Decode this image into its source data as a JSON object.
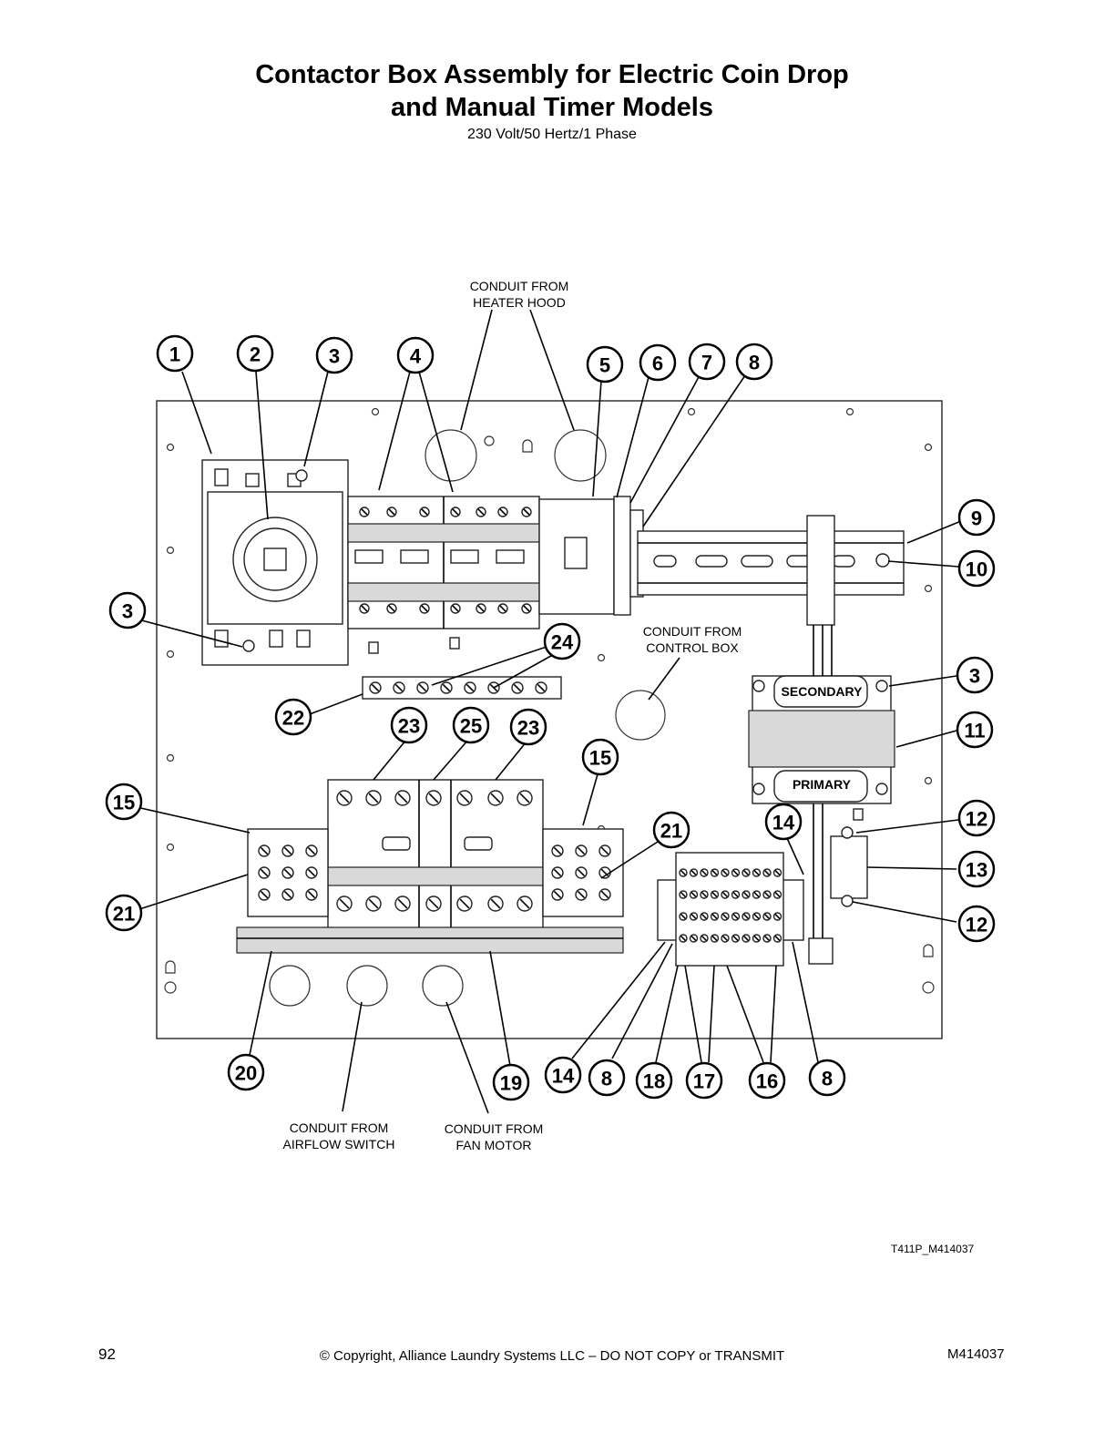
{
  "title_line1": "Contactor Box Assembly for Electric Coin Drop",
  "title_line2": "and Manual Timer Models",
  "subtitle": "230 Volt/50 Hertz/1 Phase",
  "labels": {
    "heater_hood_1": "CONDUIT FROM",
    "heater_hood_2": "HEATER HOOD",
    "control_box_1": "CONDUIT FROM",
    "control_box_2": "CONTROL BOX",
    "airflow_1": "CONDUIT FROM",
    "airflow_2": "AIRFLOW SWITCH",
    "fan_1": "CONDUIT FROM",
    "fan_2": "FAN MOTOR",
    "secondary": "SECONDARY",
    "primary": "PRIMARY"
  },
  "callouts": [
    "1",
    "2",
    "3",
    "4",
    "5",
    "6",
    "7",
    "8",
    "9",
    "10",
    "3",
    "3",
    "11",
    "12",
    "13",
    "12",
    "24",
    "22",
    "23",
    "25",
    "23",
    "15",
    "15",
    "21",
    "21",
    "14",
    "20",
    "19",
    "14",
    "8",
    "18",
    "17",
    "16",
    "8"
  ],
  "drawing_number": "T411P_M414037",
  "footer": {
    "page": "92",
    "copyright": "© Copyright, Alliance Laundry Systems LLC – DO NOT COPY or TRANSMIT",
    "doc_id": "M414037"
  }
}
